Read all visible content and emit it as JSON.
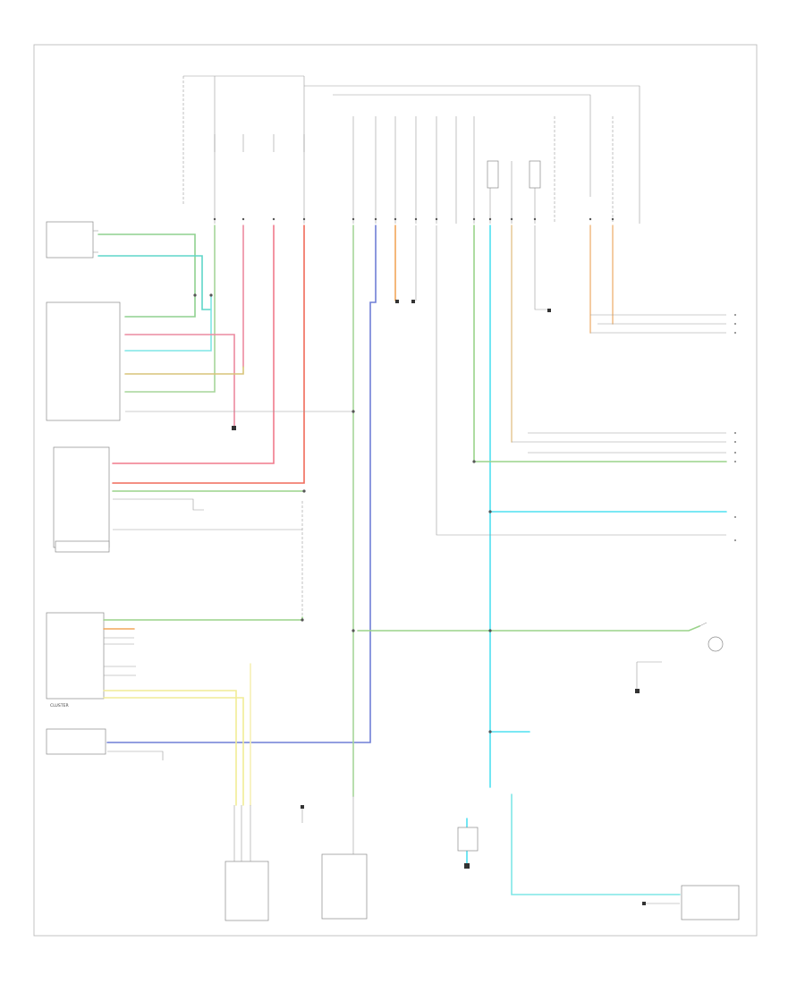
{
  "diagram": {
    "footer_code": "",
    "colors": {
      "light_green": "#8fd18f",
      "teal": "#5fd6c8",
      "cyan": "#4fe0f0",
      "pink": "#f07a8c",
      "orange": "#f2a65a",
      "yellow": "#f1ec96",
      "blue": "#6f7fd6",
      "tan": "#e8cc9c",
      "red": "#f06a5a",
      "gray": "#9a9a9a"
    },
    "components": [
      {
        "id": "fuse-block",
        "label": ""
      },
      {
        "id": "powertrain-control-module",
        "label": ""
      },
      {
        "id": "stop-lamp-switch",
        "label": ""
      },
      {
        "id": "steering-control-module",
        "label": ""
      },
      {
        "id": "cluster",
        "label": "CLUSTER"
      },
      {
        "id": "brake-switch",
        "label": ""
      },
      {
        "id": "brake-lamp-switch-lower",
        "label": ""
      },
      {
        "id": "brake-fluid-level-switch",
        "label": ""
      },
      {
        "id": "junction-lamp",
        "label": ""
      }
    ],
    "grounds": [
      {
        "id": "ground-1",
        "label": ""
      },
      {
        "id": "ground-2",
        "label": ""
      },
      {
        "id": "ground-3",
        "label": ""
      },
      {
        "id": "ground-4",
        "label": ""
      },
      {
        "id": "ground-5",
        "label": ""
      },
      {
        "id": "ground-6",
        "label": ""
      }
    ],
    "wires": [
      {
        "id": "w1",
        "color": "light_green"
      },
      {
        "id": "w2",
        "color": "teal"
      },
      {
        "id": "w3",
        "color": "pink"
      },
      {
        "id": "w4",
        "color": "orange"
      },
      {
        "id": "w5",
        "color": "blue"
      },
      {
        "id": "w6",
        "color": "yellow"
      },
      {
        "id": "w7",
        "color": "cyan"
      },
      {
        "id": "w8",
        "color": "tan"
      },
      {
        "id": "w9",
        "color": "red"
      }
    ]
  }
}
